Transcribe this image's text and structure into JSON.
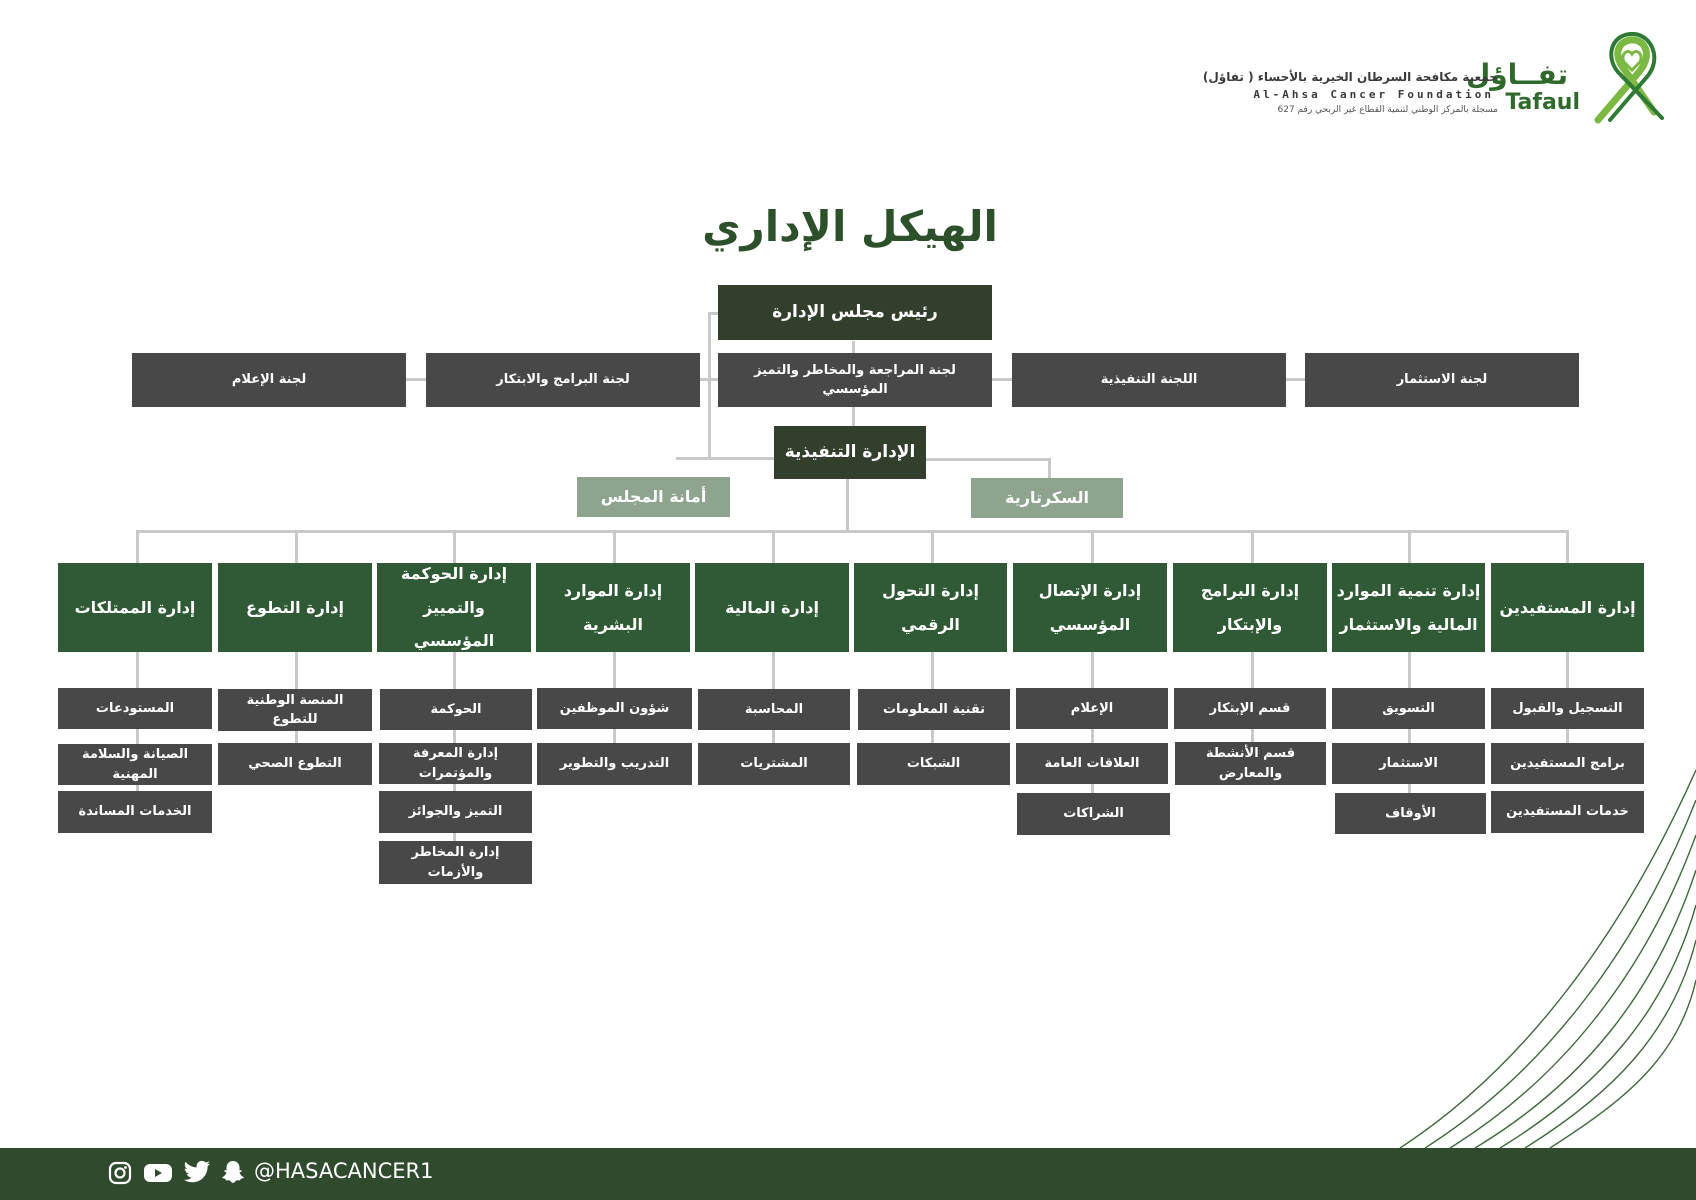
{
  "header": {
    "logo_arabic_name": "تفــاؤل",
    "logo_english_name": "Tafaul",
    "org_arabic": "جمعية مكافحة السرطان الخيرية بالأحساء ( تفاؤل)",
    "org_english": "Al-Ahsa Cancer Foundation",
    "registration": "مسجلة بالمركز الوطني لتنمية القطاع غير الربحي رقم 627"
  },
  "title": "الهيكل الإداري",
  "chairman": "رئيس مجلس الإدارة",
  "committees": [
    "لجنة الاستثمار",
    "اللجنة التنفيذية",
    "لجنة المراجعة والمخاطر والتميز المؤسسي",
    "لجنة البرامج والابتكار",
    "لجنة الإعلام"
  ],
  "executive": "الإدارة التنفيذية",
  "secretariat": "السكرتارية",
  "board_secretariat": "أمانة المجلس",
  "departments": [
    {
      "name": "إدارة المستفيدين",
      "units": [
        "التسجيل والقبول",
        "برامج المستفيدين",
        "خدمات المستفيدين"
      ]
    },
    {
      "name": "إدارة تنمية الموارد المالية والاستثمار",
      "units": [
        "التسويق",
        "الاستثمار",
        "الأوقاف"
      ]
    },
    {
      "name": "إدارة البرامج والإبتكار",
      "units": [
        "قسم الإبتكار",
        "قسم الأنشطة والمعارض"
      ]
    },
    {
      "name": "إدارة الإتصال المؤسسي",
      "units": [
        "الإعلام",
        "العلاقات العامة",
        "الشراكات"
      ]
    },
    {
      "name": "إدارة التحول الرقمي",
      "units": [
        "تقنية المعلومات",
        "الشبكات"
      ]
    },
    {
      "name": "إدارة المالية",
      "units": [
        "المحاسبة",
        "المشتريات"
      ]
    },
    {
      "name": "إدارة الموارد البشرية",
      "units": [
        "شؤون الموظفين",
        "التدريب والتطوير"
      ]
    },
    {
      "name": "إدارة الحوكمة والتمييز المؤسسي",
      "units": [
        "الحوكمة",
        "إدارة المعرفة والمؤتمرات",
        "التميز والجوائز",
        "إدارة المخاطر والأزمات"
      ]
    },
    {
      "name": "إدارة التطوع",
      "units": [
        "المنصة الوطنية للتطوع",
        "التطوع الصحي"
      ]
    },
    {
      "name": "إدارة الممتلكات",
      "units": [
        "المستودعات",
        "الصيانة والسلامة المهنية",
        "الخدمات المساندة"
      ]
    }
  ],
  "footer": {
    "handle": "@HASACANCER1",
    "icons": [
      "instagram-icon",
      "youtube-icon",
      "twitter-icon",
      "snapchat-icon"
    ]
  },
  "colors": {
    "dark_green": "#323f2d",
    "dept_green": "#2f5a35",
    "grey_box": "#484848",
    "sage": "#8fa48e",
    "footer": "#2f4a2c",
    "connector": "#c9c9c9"
  }
}
